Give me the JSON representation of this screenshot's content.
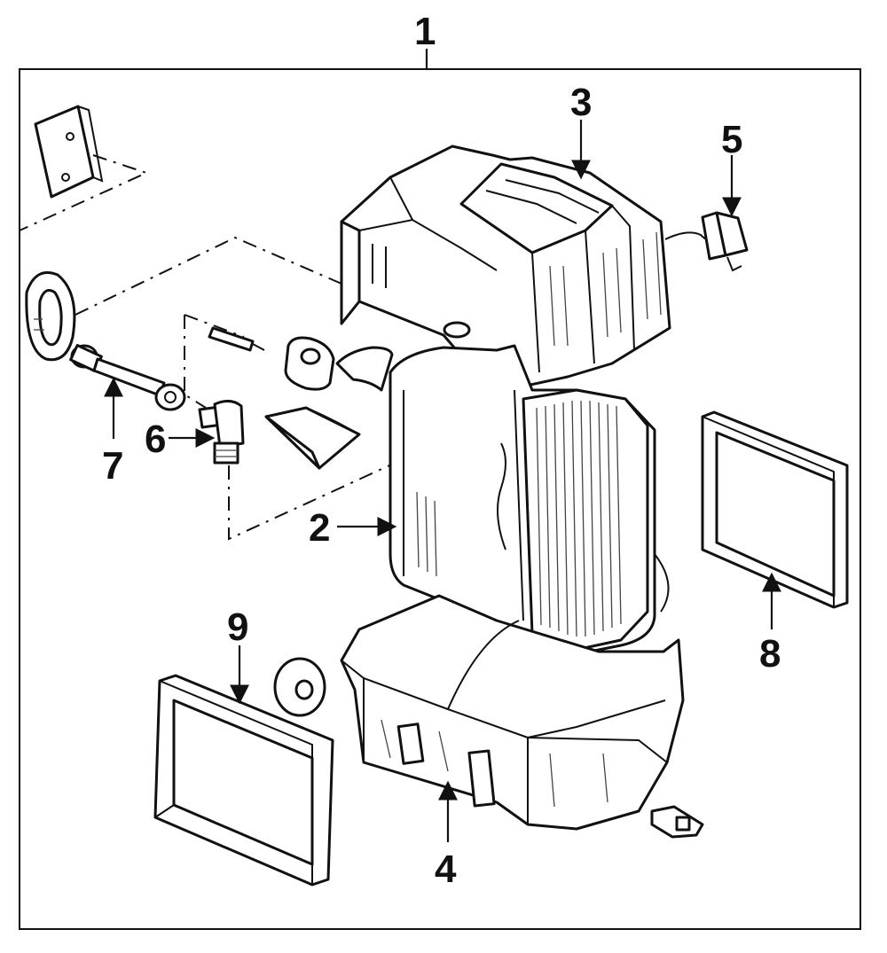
{
  "diagram": {
    "border_color": "#111111",
    "callouts": [
      {
        "id": "1",
        "label": "1"
      },
      {
        "id": "2",
        "label": "2"
      },
      {
        "id": "3",
        "label": "3"
      },
      {
        "id": "4",
        "label": "4"
      },
      {
        "id": "5",
        "label": "5"
      },
      {
        "id": "6",
        "label": "6"
      },
      {
        "id": "7",
        "label": "7"
      },
      {
        "id": "8",
        "label": "8"
      },
      {
        "id": "9",
        "label": "9"
      }
    ]
  }
}
